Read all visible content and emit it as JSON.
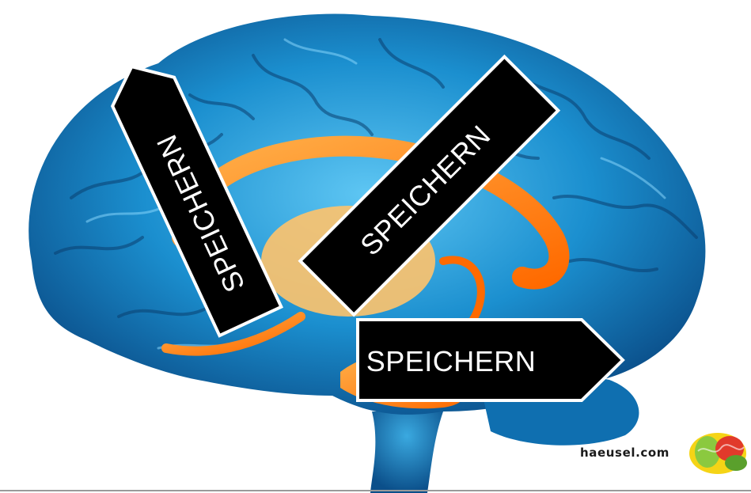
{
  "arrows": [
    {
      "label": "SPEICHERN",
      "direction": "up-left"
    },
    {
      "label": "SPEICHERN",
      "direction": "up-right"
    },
    {
      "label": "SPEICHERN",
      "direction": "right"
    }
  ],
  "brand": {
    "text": "haeusel.com",
    "logo": "brain-logo-icon"
  },
  "colors": {
    "brain": "#1b8fcf",
    "brain_dark": "#0b4f8a",
    "limbic": "#ff8a1e",
    "arrow_fill": "#000000",
    "arrow_text": "#ffffff"
  }
}
